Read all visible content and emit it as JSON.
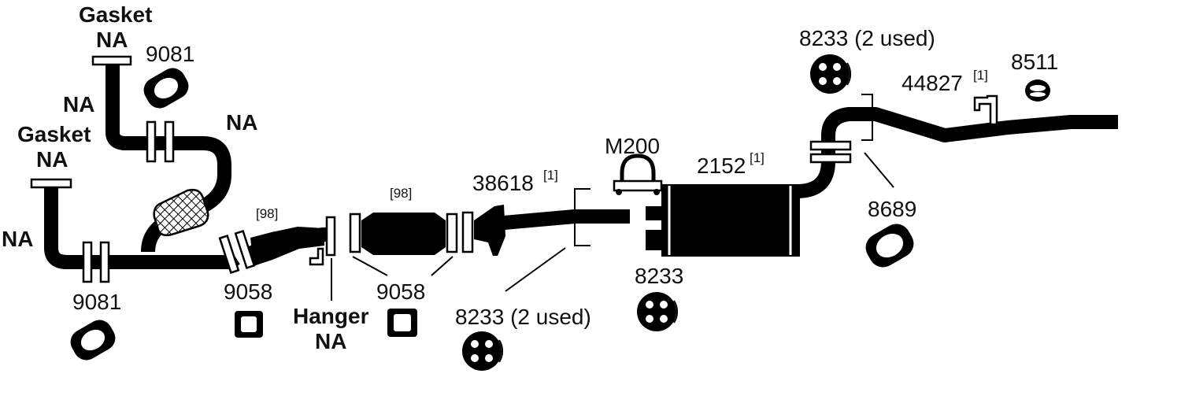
{
  "labels": {
    "gasket_top_1": "Gasket",
    "gasket_top_2": "NA",
    "gasket_left_1": "Gasket",
    "gasket_left_2": "NA",
    "na_left": "NA",
    "na_upper_left": "NA",
    "na_upper_right": "NA",
    "part_9081_top": "9081",
    "part_9081_bottom": "9081",
    "part_9058_left": "9058",
    "part_9058_mid": "9058",
    "ref_98_left": "[98]",
    "ref_98_cat": "[98]",
    "hanger_1": "Hanger",
    "hanger_2": "NA",
    "part_38618": "38618",
    "part_38618_sup": "[1]",
    "part_8233_used_bottom": "8233 (2 used)",
    "part_m200": "M200",
    "part_2152": "2152",
    "part_2152_sup": "[1]",
    "part_8233_mid": "8233",
    "part_8233_used_top": "8233 (2 used)",
    "part_44827": "44827",
    "part_44827_sup": "[1]",
    "part_8511": "8511",
    "part_8689": "8689"
  },
  "colors": {
    "ink": "#000000",
    "paper": "#ffffff"
  }
}
